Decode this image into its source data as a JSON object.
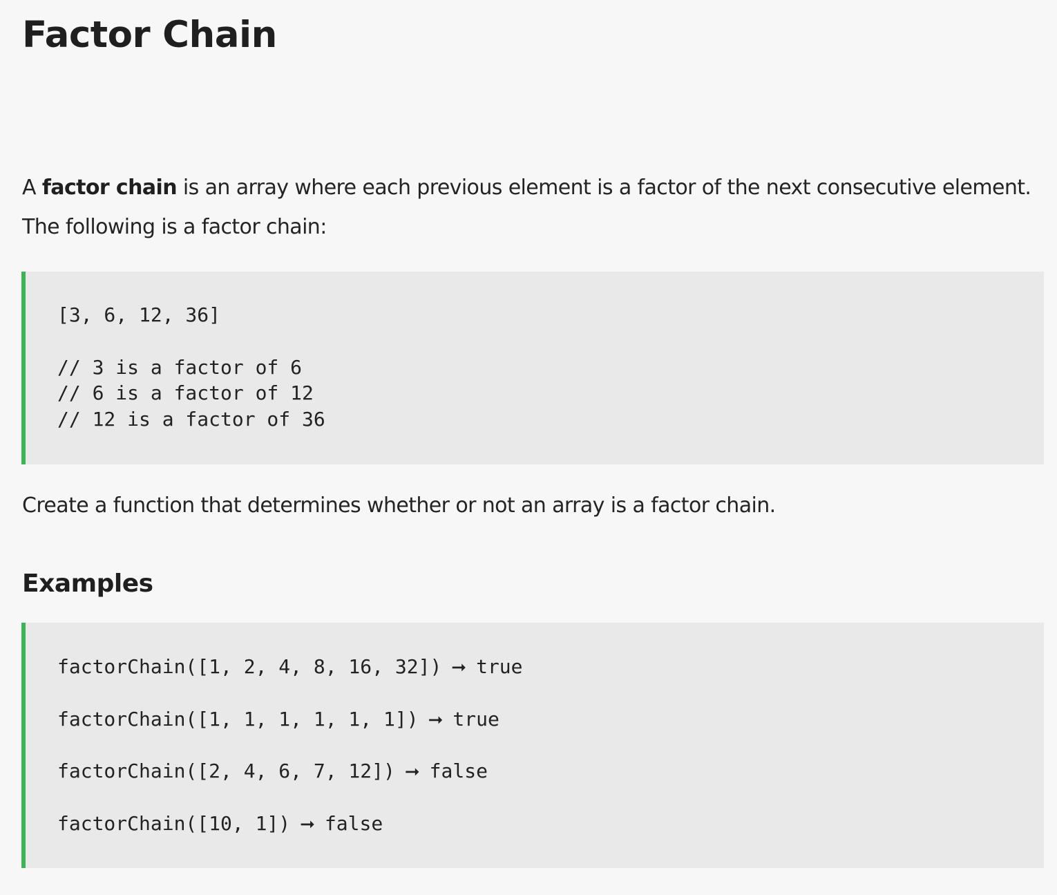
{
  "page": {
    "title": "Factor Chain",
    "intro": {
      "prefix": "A ",
      "bold": "factor chain",
      "suffix": " is an array where each previous element is a factor of the next consecutive element. The following is a factor chain:"
    },
    "code_example": {
      "lines": [
        "[3, 6, 12, 36]",
        "// 3 is a factor of 6",
        "// 6 is a factor of 12",
        "// 12 is a factor of 36"
      ]
    },
    "task": "Create a function that determines whether or not an array is a factor chain.",
    "examples_heading": "Examples",
    "arrow_symbol": "➞",
    "examples": [
      {
        "call": "factorChain([1, 2, 4, 8, 16, 32])",
        "result": "true"
      },
      {
        "call": "factorChain([1, 1, 1, 1, 1, 1])",
        "result": "true"
      },
      {
        "call": "factorChain([2, 4, 6, 7, 12])",
        "result": "false"
      },
      {
        "call": "factorChain([10, 1])",
        "result": "false"
      }
    ]
  },
  "colors": {
    "background": "#f7f7f7",
    "code_background": "#e9e9e9",
    "accent_border": "#3bb455",
    "text": "#222222"
  }
}
